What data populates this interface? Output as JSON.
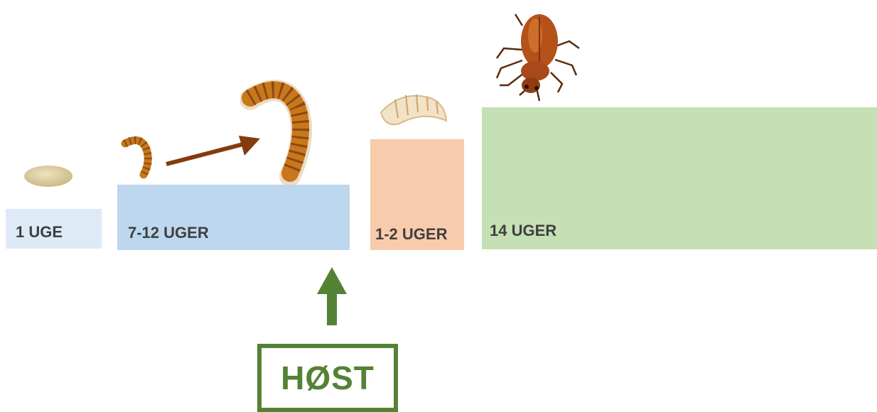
{
  "stages": [
    {
      "label": "1 UGE",
      "color": "#deebf7",
      "icon": "egg-icon"
    },
    {
      "label": "7-12 UGER",
      "color": "#bdd7ee",
      "icon": "larva-icon"
    },
    {
      "label": "1-2 UGER",
      "color": "#f8cbad",
      "icon": "pupa-icon"
    },
    {
      "label": "14 UGER",
      "color": "#c5e0b4",
      "icon": "beetle-icon"
    }
  ],
  "harvest": {
    "label": "HØST",
    "color": "#548235",
    "icon": "up-arrow-icon"
  },
  "growth_arrow": {
    "color": "#843c0c",
    "icon": "growth-arrow-icon"
  }
}
